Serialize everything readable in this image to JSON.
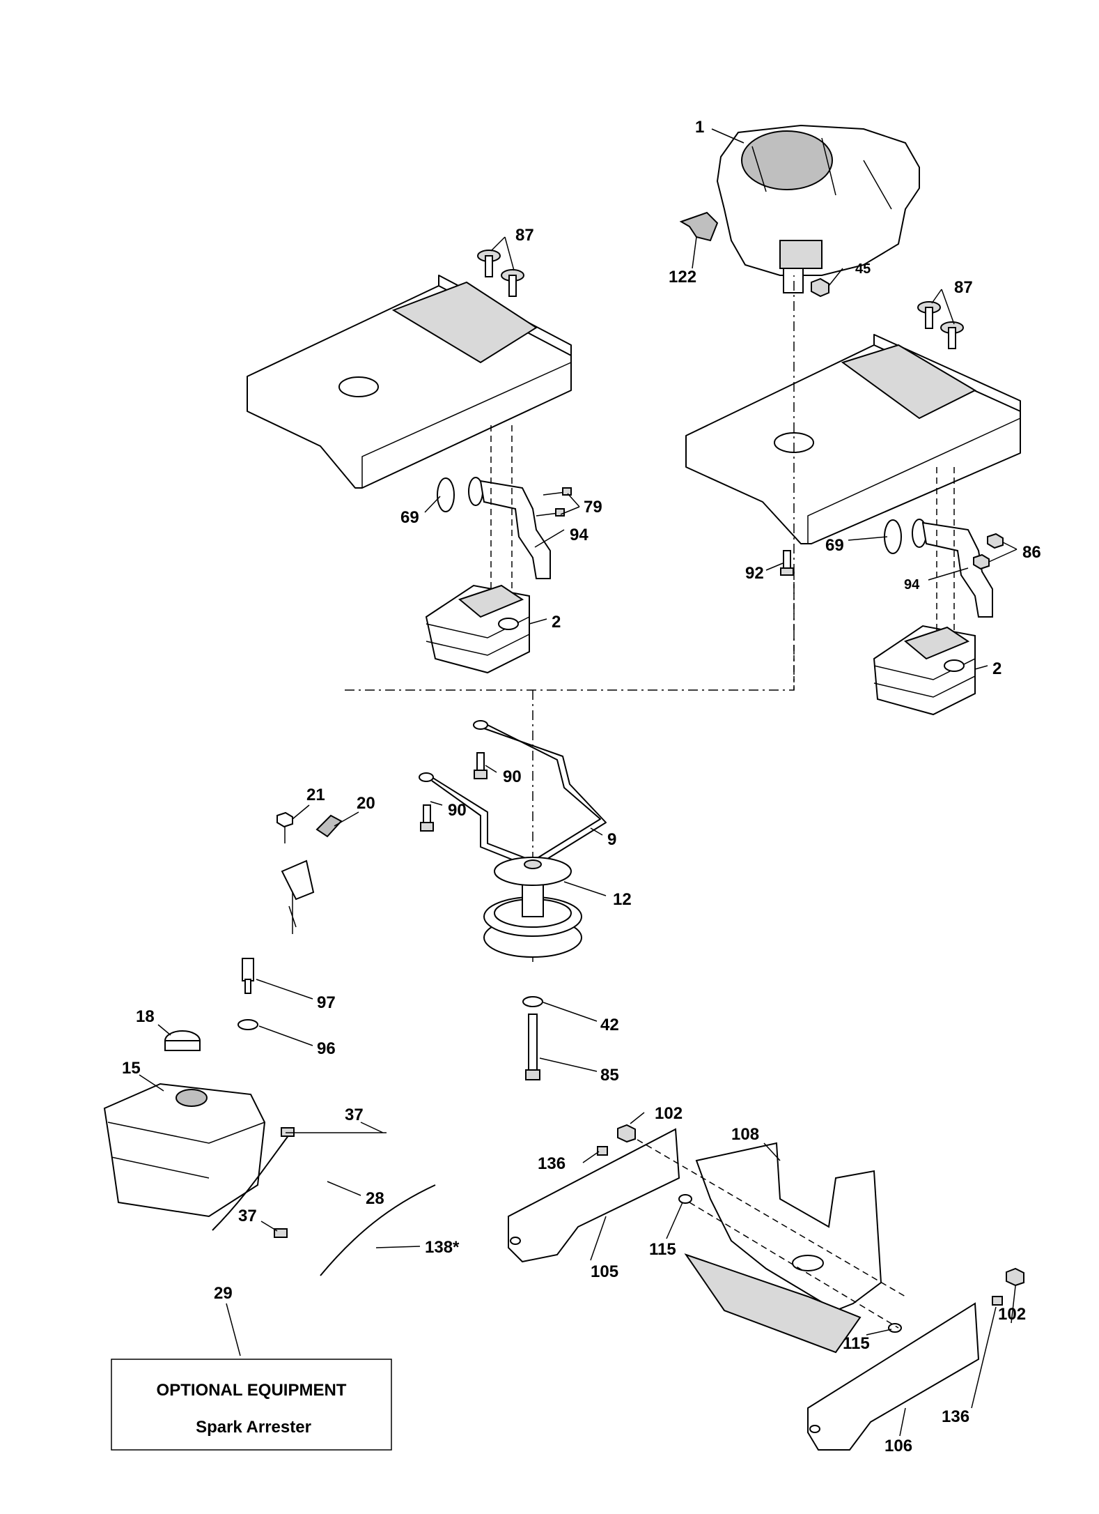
{
  "labels": {
    "p1": "1",
    "p122": "122",
    "p45": "45",
    "p87a": "87",
    "p87b": "87",
    "p69a": "69",
    "p79": "79",
    "p94a": "94",
    "p2a": "2",
    "p69b": "69",
    "p86": "86",
    "p92": "92",
    "p94b": "94",
    "p2b": "2",
    "p90a": "90",
    "p90b": "90",
    "p9": "9",
    "p21": "21",
    "p20": "20",
    "p12": "12",
    "p97": "97",
    "p42": "42",
    "p18": "18",
    "p96": "96",
    "p15": "15",
    "p85": "85",
    "p37a": "37",
    "p28": "28",
    "p37b": "37",
    "p138": "138*",
    "p29": "29",
    "p102a": "102",
    "p136a": "136",
    "p108": "108",
    "p115a": "115",
    "p105": "105",
    "p115b": "115",
    "p102b": "102",
    "p136b": "136",
    "p106": "106"
  },
  "optional_box": {
    "title": "OPTIONAL EQUIPMENT",
    "item": "Spark Arrester"
  }
}
